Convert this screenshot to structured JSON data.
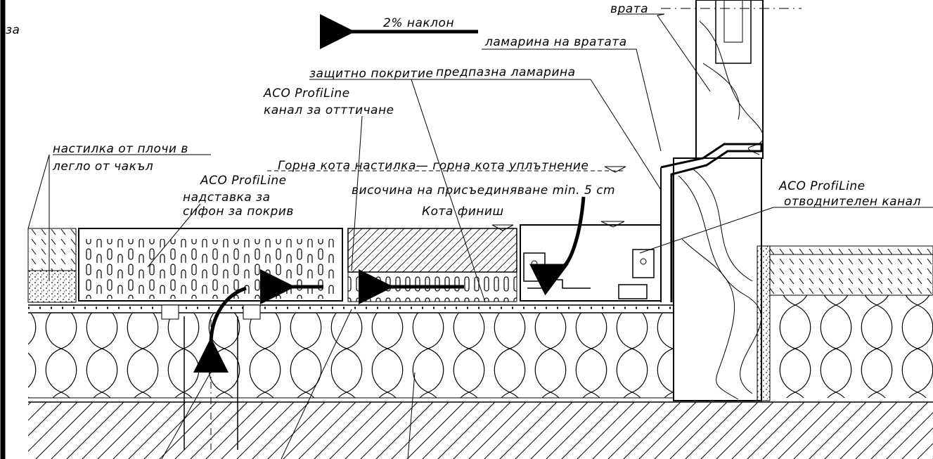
{
  "labels": {
    "corner": "за",
    "slope": "2% наклон",
    "door": "врата",
    "door_sheet": "ламарина на вратата",
    "protective_coat": "защитно покритие",
    "protective_sheet": "предпазна ламарина",
    "profiline_1": "ACO ProfiLine",
    "drain_channel": "канал за отттичане",
    "tile_paving": "настилка от плочи в",
    "gravel_bed": "легло от чакъл",
    "top_level": "Горна кота настилка— горна кота уплътнение",
    "profiline_2": "ACO ProfiLine",
    "extension_for": "надставка за",
    "roof_siphon": "сифон за покрив",
    "connection_height": "височина на присъединяване min. 5 cm",
    "finish_level": "Кота финиш",
    "profiline_3": "ACO ProfiLine",
    "drainage_channel": "отводнителен канал"
  }
}
